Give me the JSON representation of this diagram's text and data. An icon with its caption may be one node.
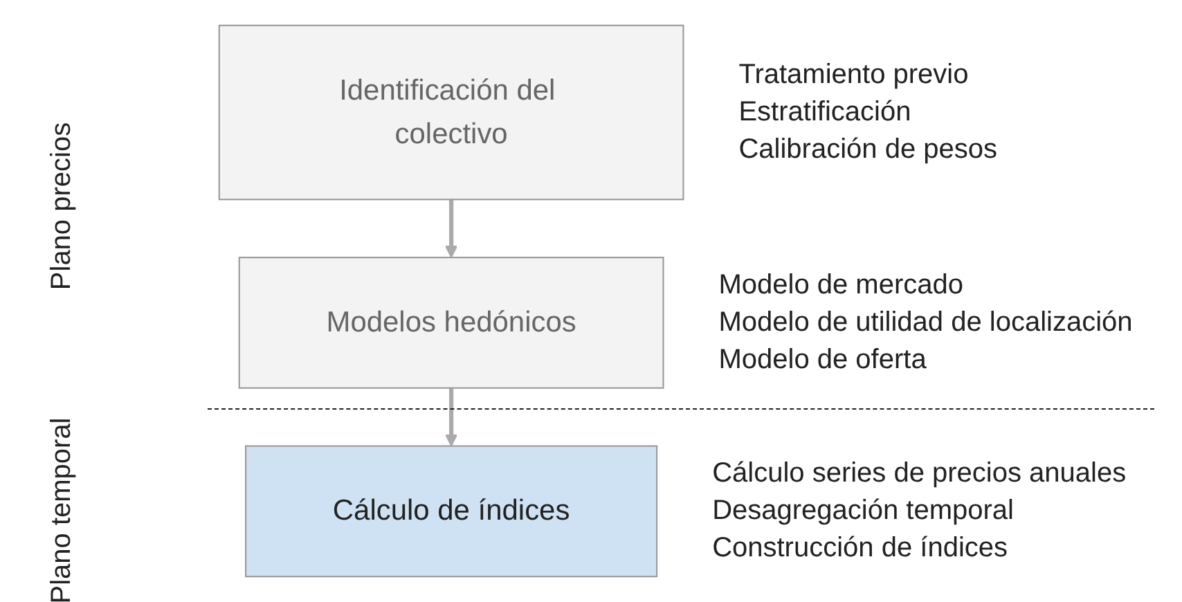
{
  "diagram": {
    "nodes": [
      {
        "text": [
          "Identificación del colectivo"
        ],
        "beside": [
          "Tratamiento previo",
          "Estratificación",
          "Calibración de pesos"
        ]
      },
      {
        "text": [
          "Modelos hedónicos"
        ],
        "beside": [
          "Modelo de mercado",
          "Modelo de utilidad de localización",
          "Modelo de oferta"
        ]
      },
      {
        "text": [
          "Cálculo de índices"
        ],
        "beside": [
          "Cálculo series de precios anuales",
          "Desagregación temporal",
          "Construcción de índices"
        ]
      }
    ],
    "edges": [
      {
        "from": 0,
        "to": 1,
        "arrow": "to"
      },
      {
        "from": 1,
        "to": 2,
        "arrow": "to"
      }
    ],
    "labels": [
      "Plano precios",
      "Plano temporal"
    ]
  }
}
